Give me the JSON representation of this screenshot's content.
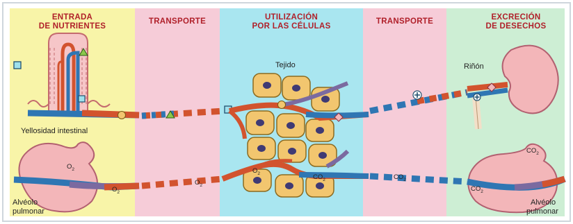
{
  "colors": {
    "nutrient_band": "#f8f4a8",
    "transport_band": "#f6ccd8",
    "utilization_band": "#a9e6f0",
    "excretion_band": "#cdeed4",
    "heading_text": "#b0202a",
    "artery": "#d2532e",
    "vein": "#2f76b3",
    "cell_fill": "#f2c66f",
    "nucleus": "#3f3a74",
    "organ_fill": "#f3b6b9",
    "tissue_vessel": "#7b6aa0"
  },
  "bands": [
    {
      "line1": "ENTRADA",
      "line2": "DE NUTRIENTES"
    },
    {
      "line1": "TRANSPORTE",
      "line2": ""
    },
    {
      "line1": "UTILIZACIÓN",
      "line2": "POR LAS CÉLULAS"
    },
    {
      "line1": "TRANSPORTE",
      "line2": ""
    },
    {
      "line1": "EXCRECIÓN",
      "line2": "DE DESECHOS"
    }
  ],
  "labels": {
    "villus": "Yellosidad intestinal",
    "tissue": "Tejido",
    "kidney": "Riñón",
    "alveolus_left_1": "Alvéolo",
    "alveolus_left_2": "pulmonar",
    "alveolus_right_1": "Alvéolo",
    "alveolus_right_2": "pulmonar"
  },
  "gases": {
    "o2_base": "O",
    "o2_sub": "2",
    "co2_base": "CO",
    "co2_sub": "2"
  },
  "icons": [
    "square-molecule-icon",
    "triangle-molecule-icon",
    "circle-molecule-icon",
    "diamond-molecule-icon",
    "cross-molecule-icon"
  ]
}
